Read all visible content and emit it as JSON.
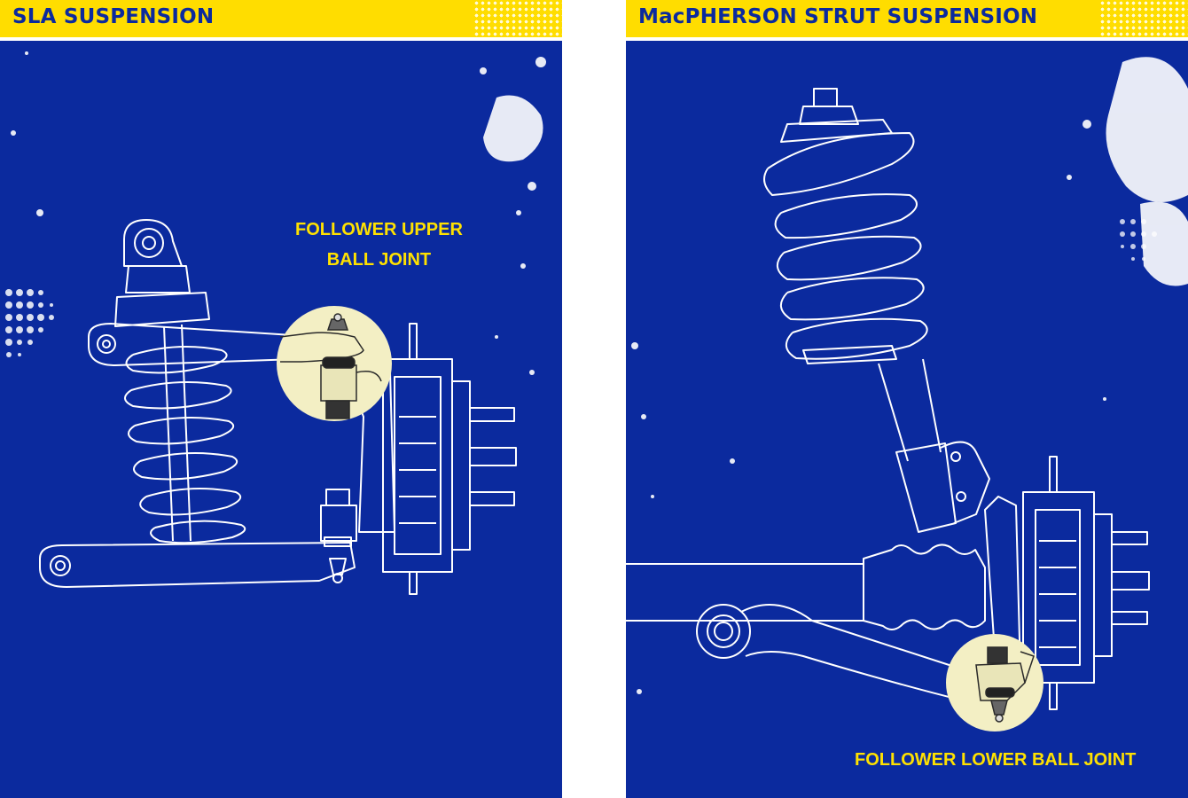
{
  "left_panel": {
    "title": "SLA SUSPENSION",
    "callout_line1": "FOLLOWER UPPER",
    "callout_line2": "BALL JOINT"
  },
  "right_panel": {
    "title": "MacPHERSON STRUT SUSPENSION",
    "callout": "FOLLOWER LOWER BALL JOINT"
  },
  "colors": {
    "panel_background": "#0b2a9e",
    "banner": "#ffdd00",
    "callout_text": "#ffe100",
    "highlight_circle": "#f3efc4",
    "line_art": "#ffffff"
  }
}
